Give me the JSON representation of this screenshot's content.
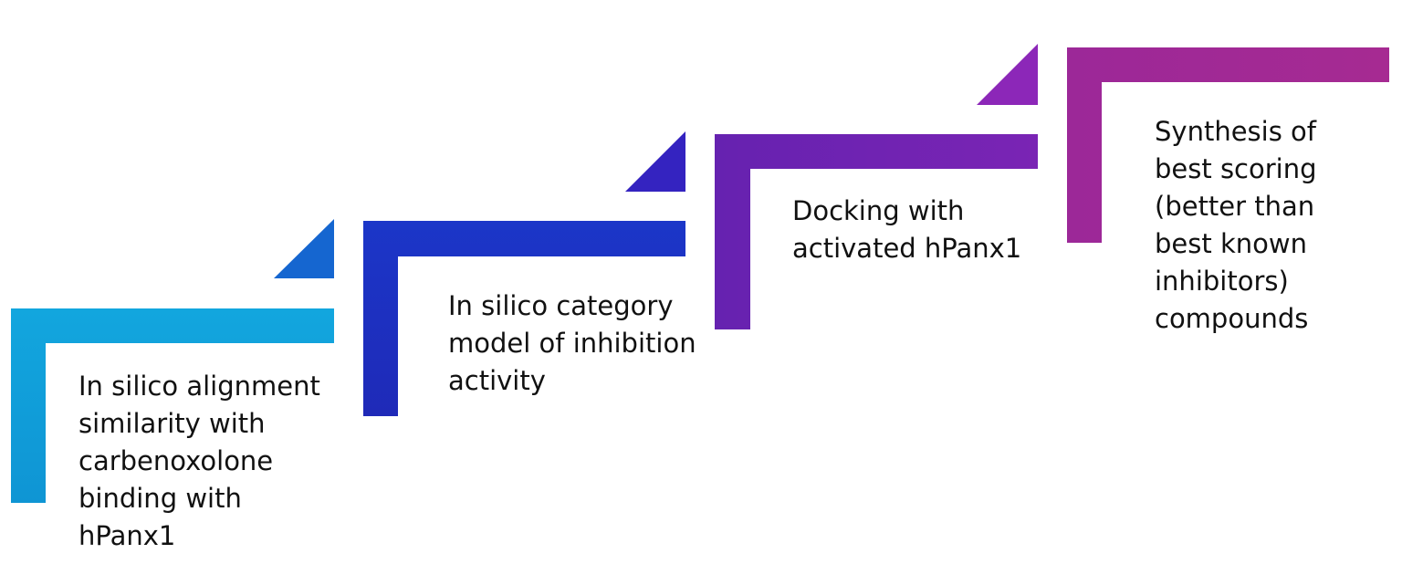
{
  "steps": [
    {
      "id": "alignment",
      "text": "In silico alignment\nsimilarity with\ncarbenoxolone\nbinding with\nhPanx1",
      "color": "#1199d8"
    },
    {
      "id": "category-model",
      "text": "In silico category\nmodel of inhibition\nactivity",
      "color": "#1a2fc4"
    },
    {
      "id": "docking",
      "text": "Docking with\nactivated hPanx1",
      "color": "#6a23b3"
    },
    {
      "id": "synthesis",
      "text": "Synthesis of\nbest scoring\n(better than\nbest known\ninhibitors)\ncompounds",
      "color": "#9e2a9a"
    }
  ],
  "arrow_colors": [
    "#1566d0",
    "#3423c0",
    "#8c27b8"
  ]
}
